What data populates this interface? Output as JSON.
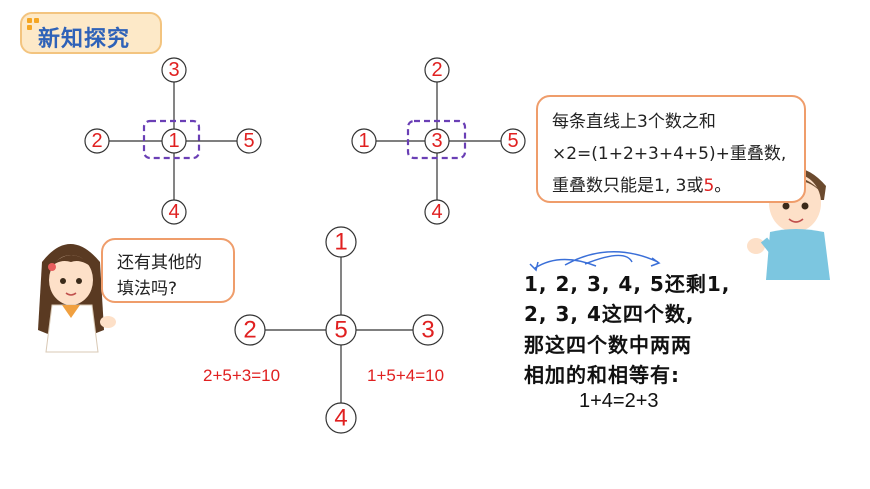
{
  "header": {
    "title": "新知探究"
  },
  "figures": {
    "fig1": {
      "top": "3",
      "left": "2",
      "center": "1",
      "right": "5",
      "bottom": "4"
    },
    "fig2": {
      "top": "2",
      "left": "1",
      "center": "3",
      "right": "5",
      "bottom": "4"
    },
    "fig3": {
      "top": "1",
      "left": "2",
      "center": "5",
      "right": "3",
      "bottom": "4"
    }
  },
  "bubble_boy": {
    "line1": "每条直线上3个数之和",
    "line2": "×2=(1+2+3+4+5)+重叠数,",
    "line3_prefix": "重叠数只能是1, 3或",
    "line3_red": "5",
    "line3_suffix": "。"
  },
  "bubble_girl": {
    "line1": "还有其他的",
    "line2": "填法吗?"
  },
  "equations": {
    "left": "2+5+3=10",
    "right": "1+5+4=10"
  },
  "explanation": {
    "line1": "1, 2, 3, 4, 5还剩1,",
    "line2": "2, 3, 4这四个数,",
    "line3": "那这四个数中两两",
    "line4": "相加的和相等有:",
    "result": "1+4=2+3"
  },
  "colors": {
    "number": "#e02020",
    "dashed_box": "#6a3fb5",
    "bubble_border": "#ef9d6b",
    "header_text": "#2f62b8"
  }
}
